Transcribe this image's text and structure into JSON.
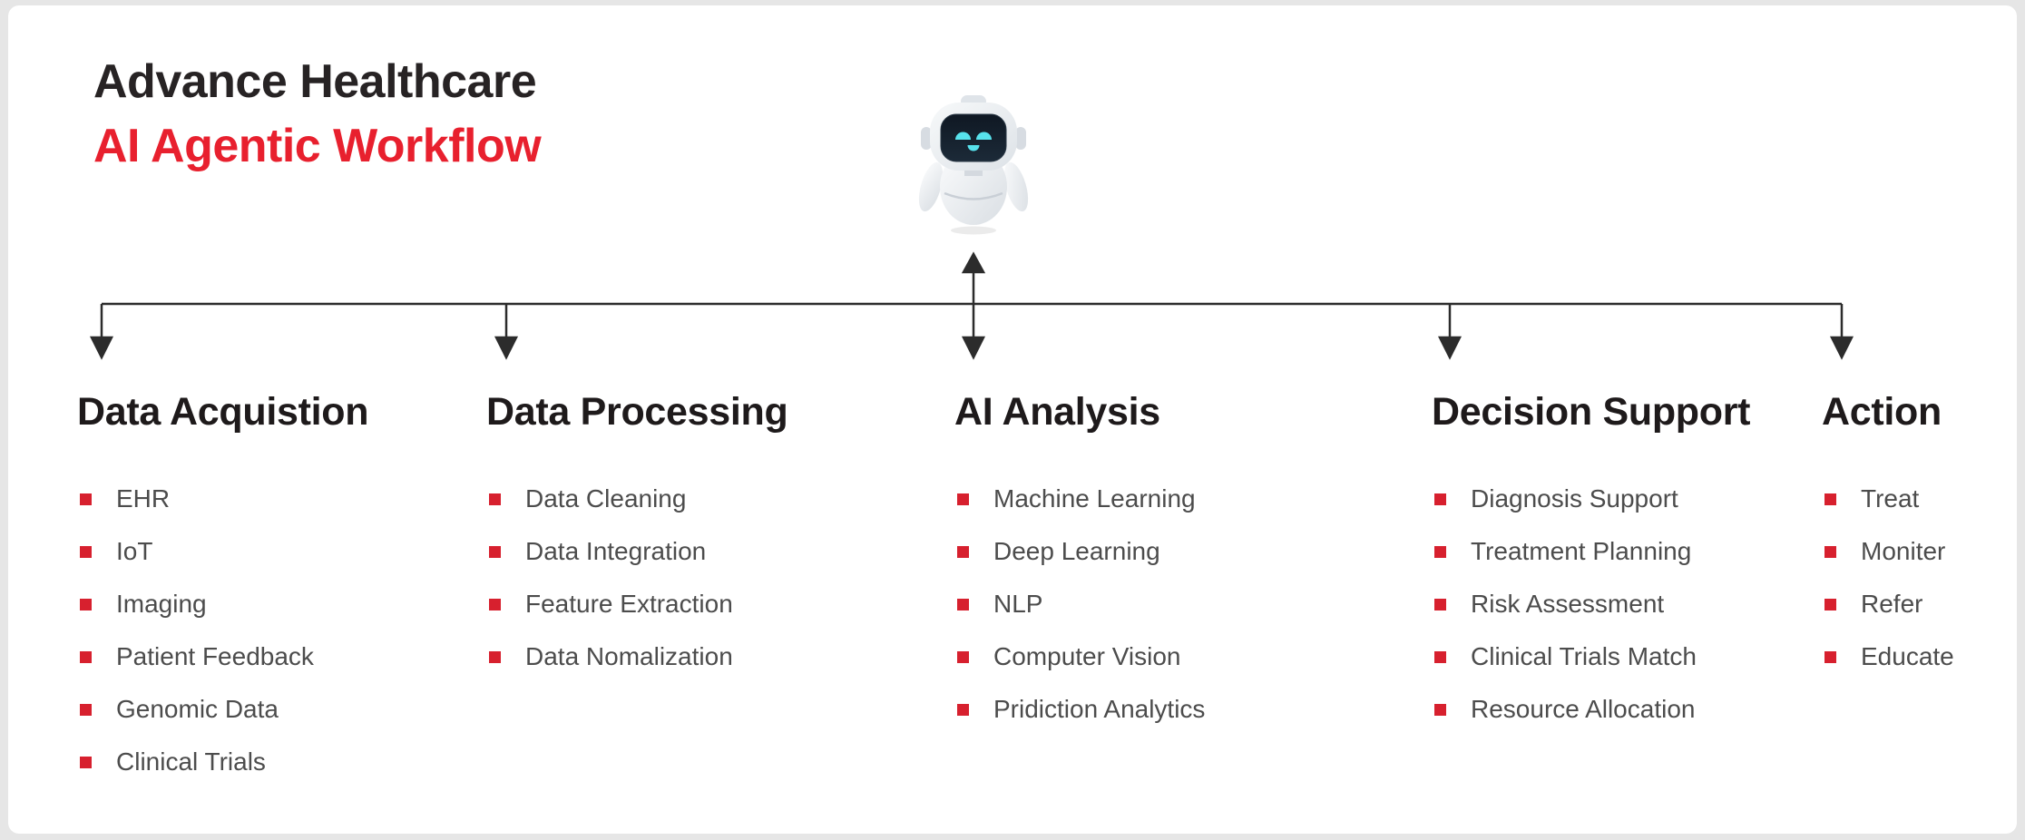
{
  "page": {
    "title_line1": "Advance Healthcare",
    "title_line2": "AI Agentic Workflow"
  },
  "colors": {
    "accent_red": "#E8202E",
    "bullet_red": "#D7202E",
    "title_dark": "#272324",
    "heading_text": "#1E1A1B",
    "item_text": "#4C4C4C",
    "connector_line": "#2C2C2C",
    "panel_bg": "#FFFFFF",
    "frame_bg": "#E6E6E6",
    "robot_face": "#16212C",
    "robot_eyes": "#57E2EC"
  },
  "icons": {
    "robot": "ai-robot-mascot",
    "bullet": "red-square-bullet",
    "up_arrow": "up-arrow",
    "down_arrow": "down-arrow"
  },
  "columns": [
    {
      "title": "Data Acquistion",
      "items": [
        "EHR",
        "IoT",
        "Imaging",
        "Patient Feedback",
        "Genomic Data",
        "Clinical Trials"
      ]
    },
    {
      "title": "Data Processing",
      "items": [
        "Data Cleaning",
        "Data Integration",
        "Feature Extraction",
        "Data Nomalization"
      ]
    },
    {
      "title": "AI Analysis",
      "items": [
        "Machine Learning",
        "Deep Learning",
        "NLP",
        "Computer Vision",
        "Pridiction Analytics"
      ]
    },
    {
      "title": "Decision Support",
      "items": [
        "Diagnosis Support",
        "Treatment Planning",
        "Risk Assessment",
        "Clinical Trials Match",
        "Resource Allocation"
      ]
    },
    {
      "title": "Action",
      "items": [
        "Treat",
        "Moniter",
        "Refer",
        "Educate"
      ]
    }
  ]
}
